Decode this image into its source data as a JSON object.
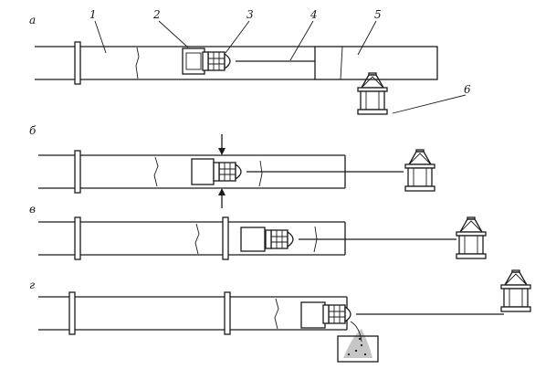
{
  "row_labels": [
    "а",
    "б",
    "в",
    "г"
  ],
  "part_labels": [
    "1",
    "2",
    "3",
    "4",
    "5",
    "6"
  ]
}
